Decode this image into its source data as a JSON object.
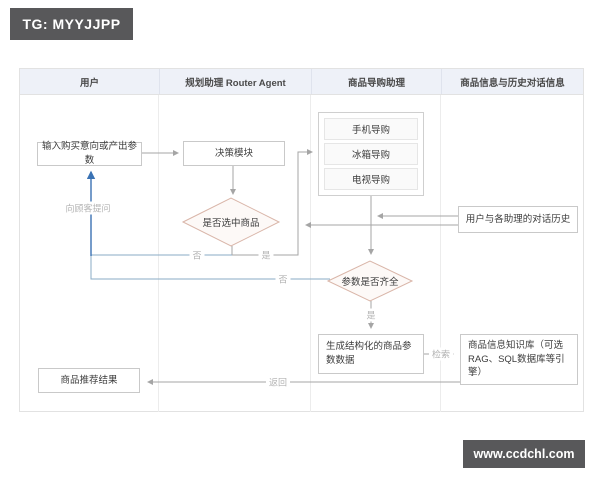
{
  "badges": {
    "tg": "TG: MYYJJPP",
    "site": "www.ccdchl.com"
  },
  "lanes": [
    {
      "label": "用户"
    },
    {
      "label": "规划助理 Router Agent"
    },
    {
      "label": "商品导购助理"
    },
    {
      "label": "商品信息与历史对话信息"
    }
  ],
  "nodes": {
    "user_input": "输入购买意向或产出参数",
    "decision_module": "决策模块",
    "select_check": "是否选中商品",
    "guides": [
      "手机导购",
      "冰箱导购",
      "电视导购"
    ],
    "dialogue_history": "用户与各助理的对话历史",
    "params_check": "参数是否齐全",
    "gen_params": "生成结构化的商品参数数据",
    "knowledge_base": "商品信息知识库（可选RAG、SQL数据库等引擎）",
    "result": "商品推荐结果"
  },
  "edge_labels": {
    "ask_customer": "向顾客提问",
    "no_select": "否",
    "yes_select": "是",
    "no_params": "否",
    "yes_params": "是",
    "search": "检索",
    "return": "返回"
  },
  "colors": {
    "badge_bg": "#58585a",
    "header_bg": "#eef1f8",
    "diamond_border": "#d9b5a8",
    "diamond_fill": "#fdf9f7",
    "flow_line": "#a5a5a5",
    "feedback_line": "#8aabc6",
    "ask_arrow": "#3a72b4"
  }
}
